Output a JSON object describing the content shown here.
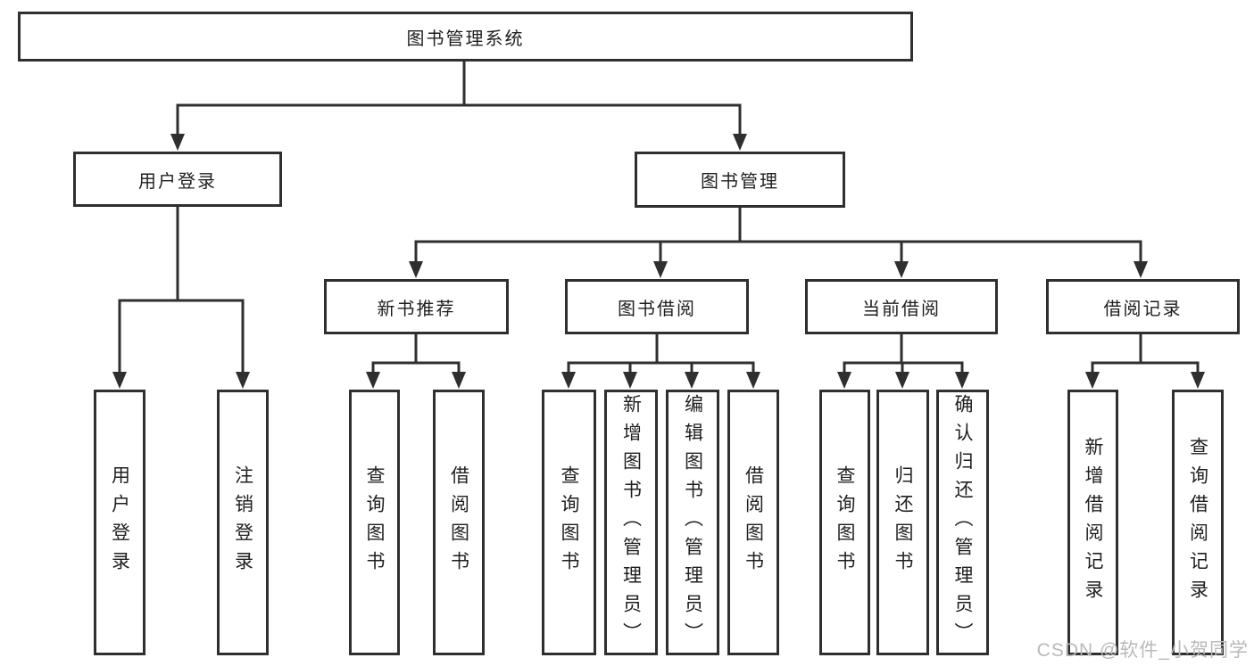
{
  "tree": {
    "root": "图书管理系统",
    "user_branch": {
      "label": "用户登录",
      "children": [
        "用户登录",
        "注销登录"
      ]
    },
    "mgmt_branch": {
      "label": "图书管理",
      "groups": [
        {
          "label": "新书推荐",
          "children": [
            "查询图书",
            "借阅图书"
          ]
        },
        {
          "label": "图书借阅",
          "children": [
            "查询图书",
            "新增图书（管理员）",
            "编辑图书（管理员）",
            "借阅图书"
          ]
        },
        {
          "label": "当前借阅",
          "children": [
            "查询图书",
            "归还图书",
            "确认归还（管理员）"
          ]
        },
        {
          "label": "借阅记录",
          "children": [
            "新增借阅记录",
            "查询借阅记录"
          ]
        }
      ]
    }
  },
  "watermark": "CSDN @软件_小贺同学",
  "colors": {
    "line": "#2f2f2f",
    "text": "#1f1f1f",
    "watermark": "#b9b9b9",
    "background": "#ffffff"
  }
}
